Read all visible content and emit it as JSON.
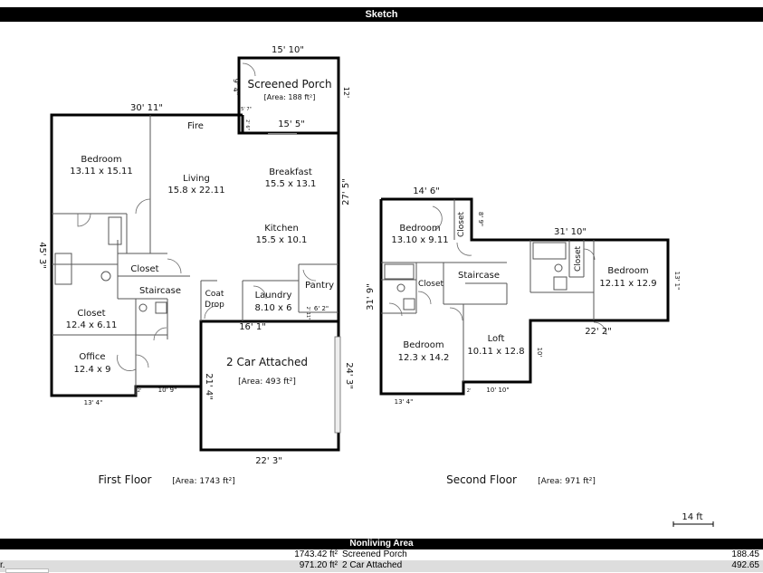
{
  "header": {
    "title": "Sketch"
  },
  "first_floor": {
    "label": "First Floor",
    "area": "[Area: 1743 ft²]",
    "rooms": [
      {
        "name": "Bedroom",
        "dims": "13.11 x 15.11"
      },
      {
        "name": "Living",
        "dims": "15.8 x 22.11"
      },
      {
        "name": "Breakfast",
        "dims": "15.5 x 13.1"
      },
      {
        "name": "Kitchen",
        "dims": "15.5 x 10.1"
      },
      {
        "name": "Closet",
        "dims": "12.4 x 6.11"
      },
      {
        "name": "Office",
        "dims": "12.4 x 9"
      },
      {
        "name": "Laundry",
        "dims": "8.10 x 6"
      }
    ],
    "labels": {
      "fire": "Fire",
      "closet": "Closet",
      "staircase": "Staircase",
      "coat": "Coat",
      "drop": "Drop",
      "pantry": "Pantry"
    },
    "porch": {
      "name": "Screened Porch",
      "area": "[Area: 188 ft²]"
    },
    "garage": {
      "name": "2 Car Attached",
      "area": "[Area: 493 ft²]"
    },
    "dims": {
      "porch_top": "15' 10\"",
      "porch_side": "12'",
      "porch_left": "9' 4\"",
      "porch_small1": "5' 7\"",
      "porch_small2": "2' 6\"",
      "porch_bottom": "15' 5\"",
      "top": "30' 11\"",
      "right": "27' 5\"",
      "left": "45' 3\"",
      "laundry_side": "2' 11\"",
      "pantry_bottom": "6' 2\"",
      "garage_top": "16' 1\"",
      "garage_left": "21' 4\"",
      "garage_right": "24' 3\"",
      "garage_bottom": "22' 3\"",
      "bottom_left": "13' 4\"",
      "step": "2'",
      "bottom_mid": "10' 9\""
    }
  },
  "second_floor": {
    "label": "Second Floor",
    "area": "[Area: 971 ft²]",
    "rooms": [
      {
        "name": "Bedroom",
        "dims": "13.10 x 9.11"
      },
      {
        "name": "Bedroom",
        "dims": "12.11 x 12.9"
      },
      {
        "name": "Bedroom",
        "dims": "12.3 x 14.2"
      },
      {
        "name": "Loft",
        "dims": "10.11 x 12.8"
      }
    ],
    "labels": {
      "closet": "Closet",
      "staircase": "Staircase"
    },
    "dims": {
      "top": "14' 6\"",
      "small_side": "8' 9\"",
      "right_top": "31' 10\"",
      "right_side": "13' 1\"",
      "right_bottom": "22' 2\"",
      "left": "31' 9\"",
      "loft_side": "10'",
      "step": "2'",
      "bottom_left": "13' 4\"",
      "bottom_mid": "10' 10\""
    }
  },
  "scale": {
    "label": "14 ft"
  },
  "table": {
    "title": "Nonliving Area",
    "rows": [
      {
        "gla": "1743.42 ft²",
        "name": "Screened Porch",
        "value": "188.45"
      },
      {
        "gla": "971.20 ft²",
        "name": "2 Car Attached",
        "value": "492.65"
      }
    ],
    "partial_left": "r."
  }
}
